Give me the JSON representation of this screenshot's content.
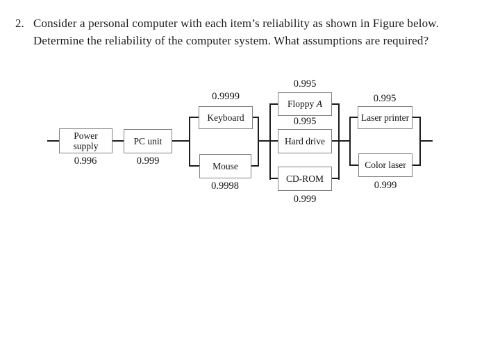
{
  "question": {
    "number": "2.",
    "line1": "Consider a personal computer with each item’s reliability as shown in Figure below.",
    "line2": "Determine the reliability of the computer system. What assumptions are required?"
  },
  "diagram": {
    "blocks": {
      "power_supply": {
        "label": "Power supply",
        "value": "0.996"
      },
      "pc_unit": {
        "label": "PC unit",
        "value": "0.999"
      },
      "keyboard": {
        "label": "Keyboard",
        "value": "0.9999"
      },
      "mouse": {
        "label": "Mouse",
        "value": "0.9998"
      },
      "floppy": {
        "label": "Floppy",
        "label_italic": "A",
        "value": "0.995"
      },
      "hard_drive": {
        "label": "Hard drive",
        "value": "0.995"
      },
      "cd_rom": {
        "label": "CD-ROM",
        "value": "0.999"
      },
      "laser_printer": {
        "label": "Laser printer",
        "value": "0.995"
      },
      "color_laser": {
        "label": "Color laser",
        "value": "0.999"
      }
    }
  },
  "colors": {
    "box_border": "#7f7f7f",
    "connector_line": "#1c1c1c",
    "text": "#111111",
    "background": "#ffffff"
  }
}
